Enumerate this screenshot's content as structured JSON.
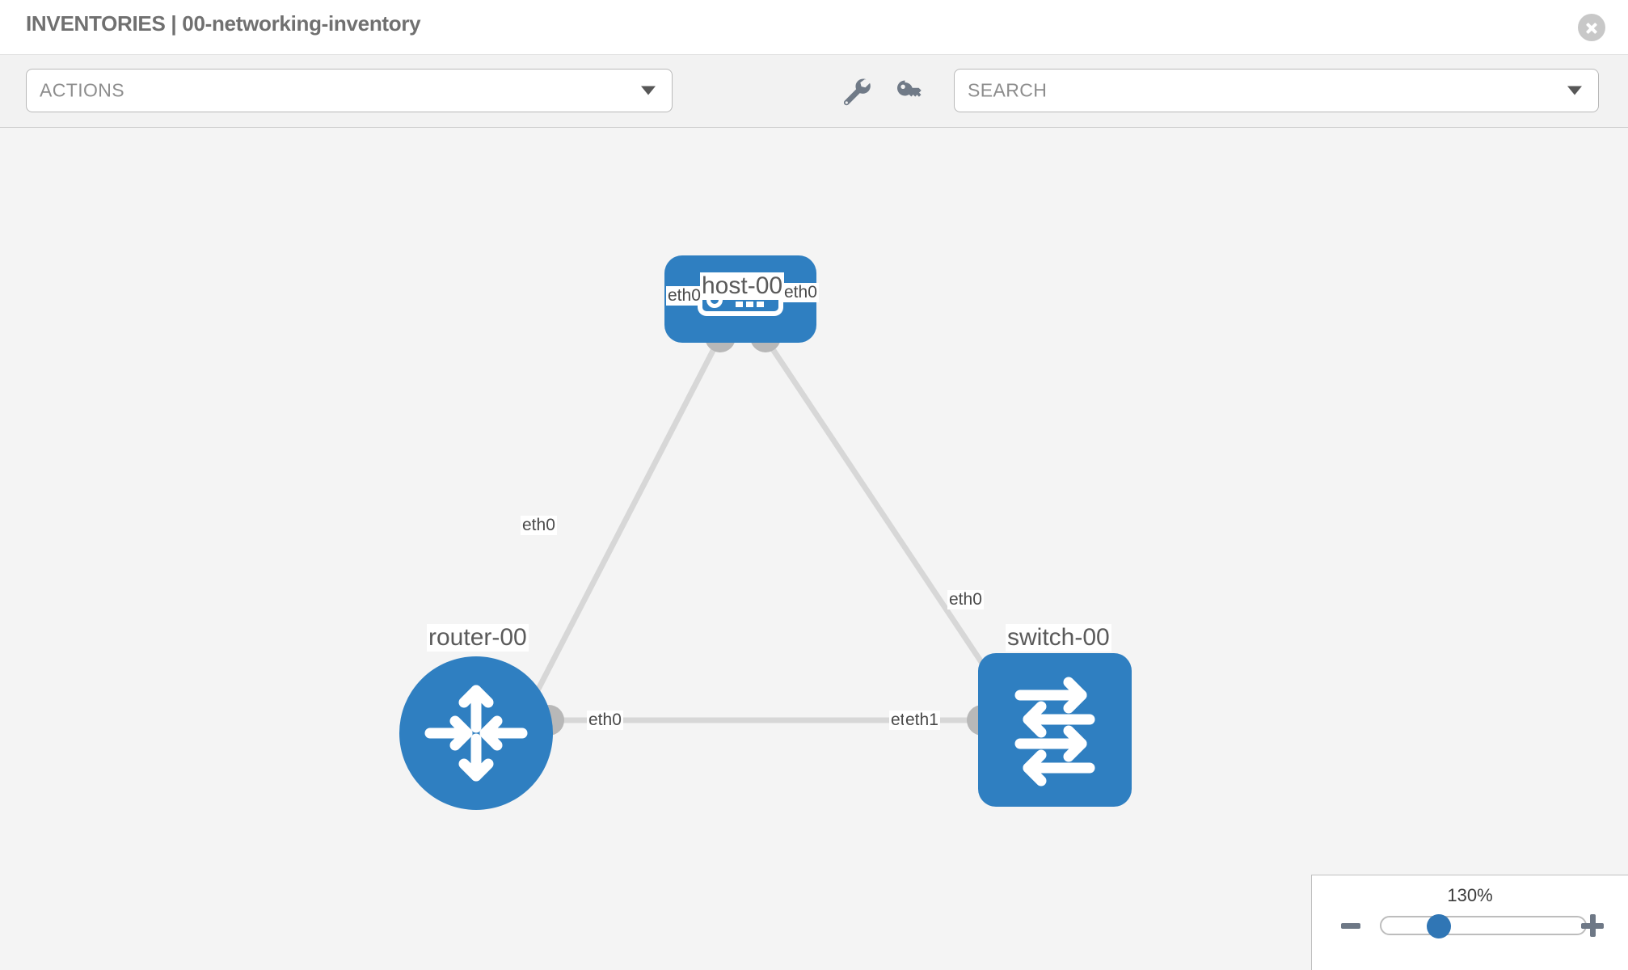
{
  "header": {
    "title": "INVENTORIES | 00-networking-inventory",
    "close_icon": "close-icon"
  },
  "toolbar": {
    "actions_label": "ACTIONS",
    "search_placeholder": "SEARCH",
    "wrench_icon": "wrench-icon",
    "key_icon": "key-icon",
    "caret_icon": "chevron-down-icon"
  },
  "topology": {
    "nodes": [
      {
        "id": "host-00",
        "label": "host-00",
        "type": "host",
        "icon": "server-icon",
        "color": "#2f7fc1"
      },
      {
        "id": "router-00",
        "label": "router-00",
        "type": "router",
        "icon": "router-icon",
        "color": "#2f7fc1"
      },
      {
        "id": "switch-00",
        "label": "switch-00",
        "type": "switch",
        "icon": "switch-icon",
        "color": "#2f7fc1"
      }
    ],
    "interfaces": {
      "host_left": "eth0",
      "host_right": "eth0",
      "router_up": "eth0",
      "router_right": "eth0",
      "switch_up": "eth0",
      "switch_left_a": "eth0",
      "switch_left_b": "eth1"
    },
    "links": [
      {
        "from": "host-00",
        "from_if": "eth0",
        "to": "router-00",
        "to_if": "eth0"
      },
      {
        "from": "host-00",
        "from_if": "eth0",
        "to": "switch-00",
        "to_if": "eth0"
      },
      {
        "from": "router-00",
        "from_if": "eth0",
        "to": "switch-00",
        "to_if": "eth1"
      }
    ],
    "edge_color": "#d7d7d7"
  },
  "zoom_control": {
    "value_label": "130%",
    "minus_icon": "minus-icon",
    "plus_icon": "plus-icon",
    "slider_name": "zoom-slider"
  }
}
